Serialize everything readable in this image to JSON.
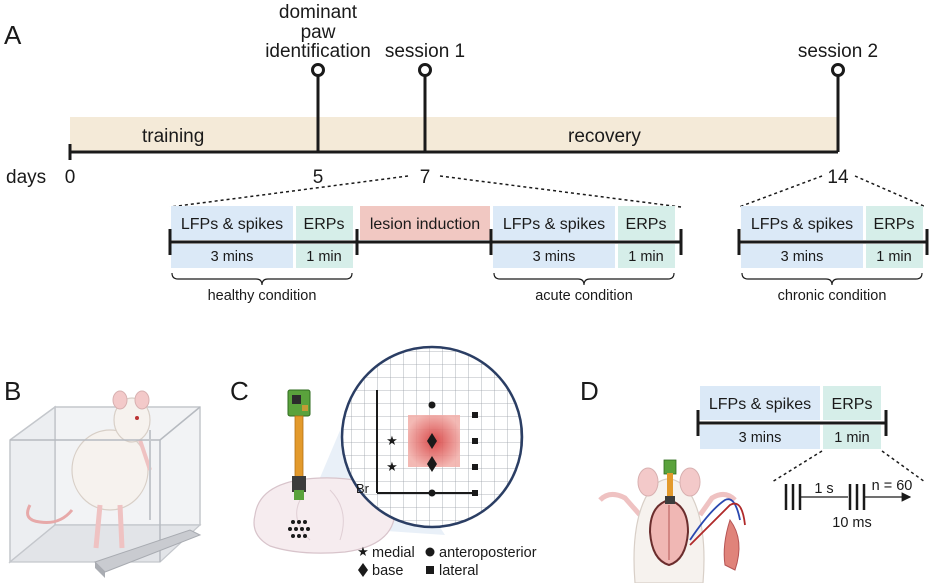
{
  "panels": {
    "a": "A",
    "b": "B",
    "c": "C",
    "d": "D"
  },
  "timeline": {
    "days_label": "days",
    "ticks": [
      {
        "day": "0"
      },
      {
        "day": "5",
        "event": [
          "dominant",
          "paw",
          "identification"
        ]
      },
      {
        "day": "7",
        "event": [
          "session 1"
        ]
      },
      {
        "day": "14",
        "event": [
          "session 2"
        ]
      }
    ],
    "phases": {
      "training": "training",
      "recovery": "recovery"
    }
  },
  "protocol": {
    "lfp": "LFPs & spikes",
    "erp": "ERPs",
    "lfp_time": "3 mins",
    "erp_time": "1 min",
    "lesion": "lesion induction",
    "healthy": "healthy condition",
    "acute": "acute condition",
    "chronic": "chronic condition"
  },
  "electrode_map": {
    "br": "Br",
    "legend": {
      "medial": "medial",
      "base": "base",
      "anteroposterior": "anteroposterior",
      "lateral": "lateral"
    }
  },
  "stimulation": {
    "interval": "1 s",
    "pulse": "10 ms",
    "count": "n = 60"
  },
  "colors": {
    "tan": "#f4ead8",
    "blue": "#dbe9f7",
    "green": "#d6eee9",
    "pink": "#f1c8c2",
    "line": "#1a1a1a"
  }
}
